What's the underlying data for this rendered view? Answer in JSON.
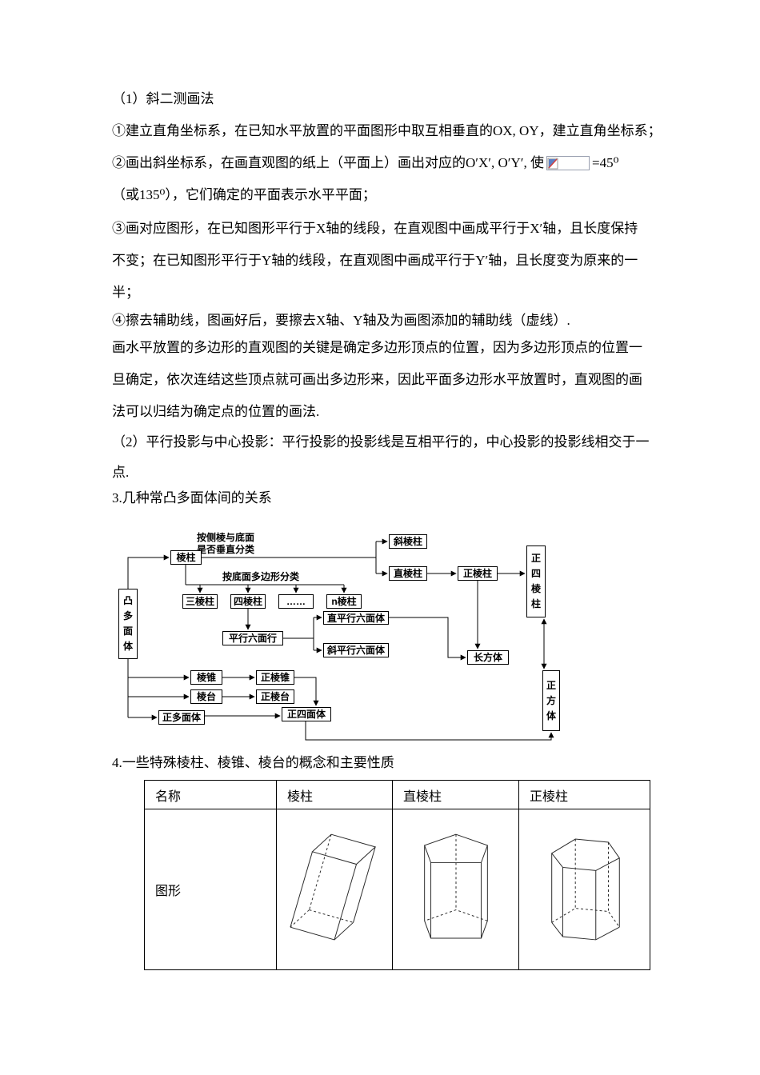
{
  "doc": {
    "lines": [
      "（1）斜二测画法",
      "①建立直角坐标系，在已知水平放置的平面图形中取互相垂直的OX, OY，建立直角坐标系；",
      {
        "pre": "②画出斜坐标系，在画直观图的纸上（平面上）画出对应的O′X′, O′Y′, 使",
        "post": "=45⁰"
      },
      "（或135⁰），它们确定的平面表示水平平面；",
      "③画对应图形，在已知图形平行于X轴的线段，在直观图中画成平行于X′轴，且长度保持",
      "不变；在已知图形平行于Y轴的线段，在直观图中画成平行于Y′轴，且长度变为原来的一",
      "半；",
      "④擦去辅助线，图画好后，要擦去X轴、Y轴及为画图添加的辅助线（虚线）.",
      "画水平放置的多边形的直观图的关键是确定多边形顶点的位置，因为多边形顶点的位置一",
      "旦确定，依次连结这些顶点就可画出多边形来，因此平面多边形水平放置时，直观图的画",
      "法可以归结为确定点的位置的画法.",
      "（2）平行投影与中心投影：平行投影的投影线是互相平行的，中心投影的投影线相交于一",
      "点.",
      "3.几种常凸多面体间的关系"
    ],
    "section4_title": "4.一些特殊棱柱、棱锥、棱台的概念和主要性质"
  },
  "flowchart": {
    "label_top_line1": "按侧棱与底面",
    "label_top_line2": "是否垂直分类",
    "label_mid": "按底面多边形分类",
    "boxes": {
      "lengzhu": "棱柱",
      "xielengzhu": "斜棱柱",
      "zhilengzhu": "直棱柱",
      "zhenglengzhu": "正棱柱",
      "zhengsilengzhu": "正四棱柱",
      "sanlengzhu": "三棱柱",
      "silengzhu": "四棱柱",
      "ellipsis": "……",
      "nlengzhu": "n棱柱",
      "zhipingxing": "直平行六面体",
      "pingxing": "平行六面行",
      "xiepingxing": "斜平行六面体",
      "changfangti": "长方体",
      "tuduomianti": "凸多面体",
      "lengzhui": "棱锥",
      "zhenglengzhui": "正棱锥",
      "lengtai": "棱台",
      "zhenglengtai": "正棱台",
      "zhengsimianti": "正四面体",
      "zhengduomianti": "正多面体",
      "zhengfangti": "正方体"
    }
  },
  "table": {
    "headers": [
      "名称",
      "棱柱",
      "直棱柱",
      "正棱柱"
    ],
    "row_label": "图形"
  }
}
